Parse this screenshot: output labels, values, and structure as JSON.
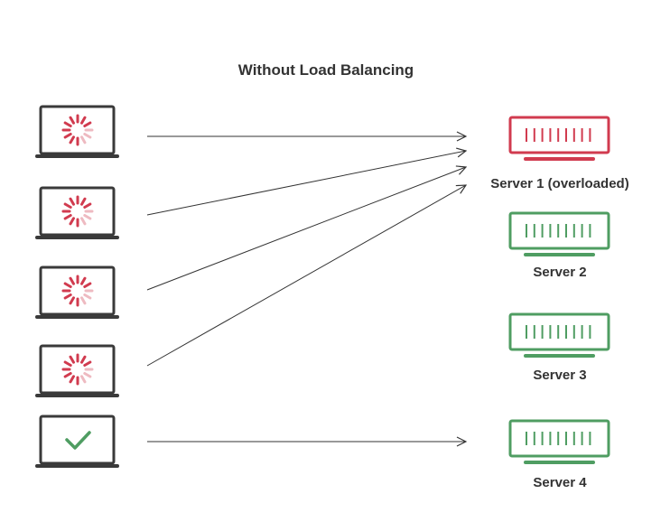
{
  "title": "Without Load Balancing",
  "colors": {
    "overloaded": "#d13b4f",
    "healthy": "#4f9d62",
    "laptop": "#3a3a3a",
    "arrow": "#333333",
    "text": "#333333"
  },
  "clients": [
    {
      "state": "loading",
      "icon": "spinner-icon",
      "target": 1
    },
    {
      "state": "loading",
      "icon": "spinner-icon",
      "target": 1
    },
    {
      "state": "loading",
      "icon": "spinner-icon",
      "target": 1
    },
    {
      "state": "loading",
      "icon": "spinner-icon",
      "target": 1
    },
    {
      "state": "success",
      "icon": "checkmark-icon",
      "target": 4
    }
  ],
  "servers": [
    {
      "label": "Server 1 (overloaded)",
      "status": "overloaded"
    },
    {
      "label": "Server 2",
      "status": "healthy"
    },
    {
      "label": "Server 3",
      "status": "healthy"
    },
    {
      "label": "Server 4",
      "status": "healthy"
    }
  ]
}
